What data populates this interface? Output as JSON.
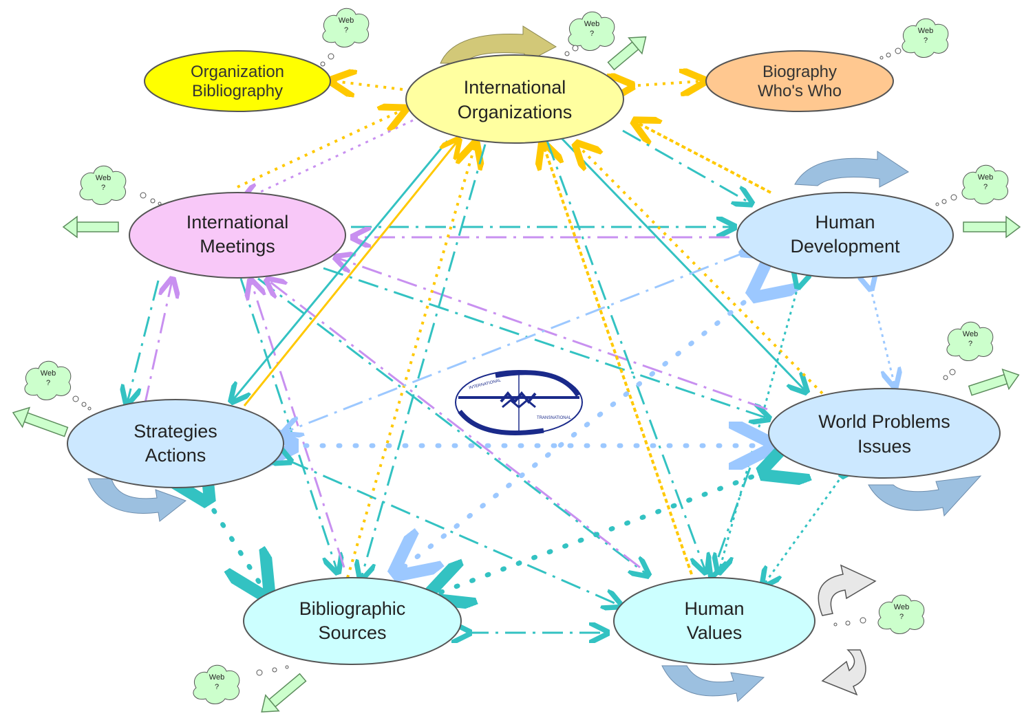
{
  "nodes": {
    "international_organizations": {
      "line1": "International",
      "line2": "Organizations"
    },
    "organization_bibliography": {
      "line1": "Organization",
      "line2": "Bibliography"
    },
    "biography": {
      "line1": "Biography",
      "line2": "Who's Who"
    },
    "international_meetings": {
      "line1": "International",
      "line2": "Meetings"
    },
    "human_development": {
      "line1": "Human",
      "line2": "Development"
    },
    "world_problems": {
      "line1": "World Problems",
      "line2": "Issues"
    },
    "strategies": {
      "line1": "Strategies",
      "line2": "Actions"
    },
    "bibliographic_sources": {
      "line1": "Bibliographic",
      "line2": "Sources"
    },
    "human_values": {
      "line1": "Human",
      "line2": "Values"
    }
  },
  "web_cloud": {
    "line1": "Web",
    "line2": "?"
  },
  "logo": {
    "top": "INTERNATIONAL",
    "bottom": "TRANSNATIONAL"
  },
  "colors": {
    "yellow": "#ffff00",
    "light_yellow": "#ffffa0",
    "orange": "#ffc890",
    "pink": "#f8c8f8",
    "light_blue": "#cce8ff",
    "light_cyan": "#ccffff",
    "teal": "#33c2c2",
    "gold": "#ffc800",
    "lilac": "#c890f0",
    "sky": "#9cc8ff",
    "cloud": "#ccffcc"
  }
}
